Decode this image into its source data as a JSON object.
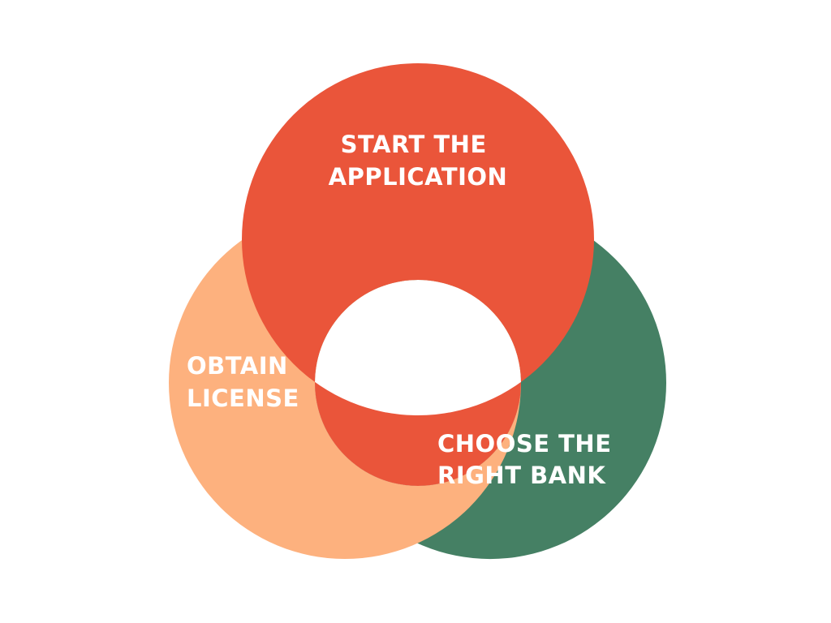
{
  "diagram": {
    "circles": [
      {
        "id": "top",
        "label_lines": [
          "START THE",
          "APPLICATION"
        ],
        "color": "#EA553A"
      },
      {
        "id": "left",
        "label_lines": [
          "OBTAIN",
          "LICENSE"
        ],
        "color": "#FDB17E"
      },
      {
        "id": "right",
        "label_lines": [
          "CHOOSE THE",
          "RIGHT BANK"
        ],
        "color": "#458064"
      }
    ],
    "background": "#FFFFFF"
  }
}
